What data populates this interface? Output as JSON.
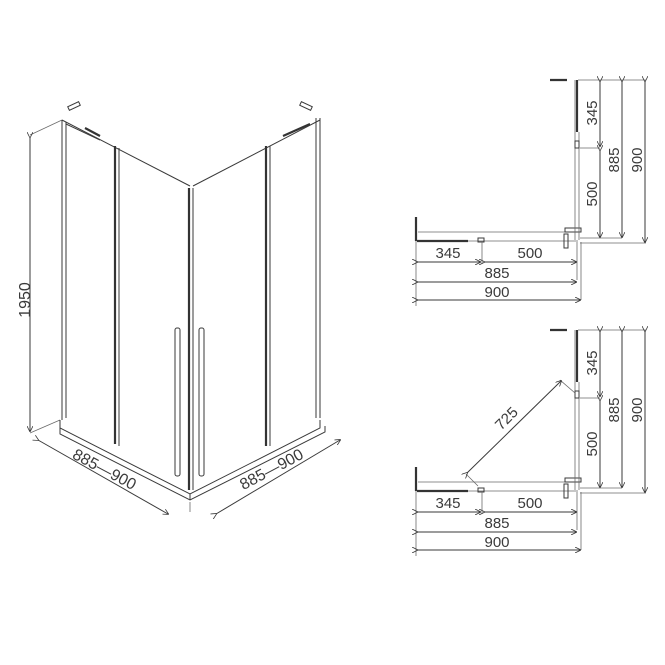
{
  "isometric": {
    "height_label": "1950",
    "width_left_label": "885—900",
    "width_right_label": "885—900"
  },
  "plan_top": {
    "left_segment": "345",
    "mid_segment": "500",
    "inner_width": "885",
    "outer_width": "900",
    "right_top_segment": "345",
    "right_mid_segment": "500",
    "right_inner": "885",
    "right_outer": "900"
  },
  "plan_bottom": {
    "diagonal_opening": "725",
    "left_segment": "345",
    "mid_segment": "500",
    "inner_width": "885",
    "outer_width": "900",
    "right_top_segment": "345",
    "right_mid_segment": "500",
    "right_inner": "885",
    "right_outer": "900"
  },
  "colors": {
    "line": "#3a3a3a",
    "background": "#ffffff"
  }
}
